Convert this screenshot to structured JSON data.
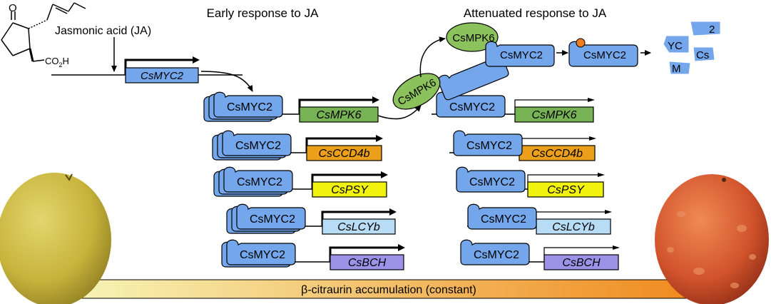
{
  "headings": {
    "early": "Early response to JA",
    "attenuated": "Attenuated response to JA"
  },
  "molecule": {
    "name": "Jasmonic acid (JA)",
    "ketone_o": "O",
    "carboxyl_left": "CO",
    "carboxyl_sub": "2",
    "carboxyl_right": "H"
  },
  "protein": "CsMYC2",
  "kinase": "CsMPK6",
  "promoter_gene": "CsMYC2",
  "genes": [
    {
      "name": "CsMPK6",
      "color": "#77b255"
    },
    {
      "name": "CsCCD4b",
      "color": "#ec9f1b"
    },
    {
      "name": "CsPSY",
      "color": "#f2f20f"
    },
    {
      "name": "CsLCYb",
      "color": "#b9dcf6"
    },
    {
      "name": "CsBCH",
      "color": "#9c92e8"
    }
  ],
  "degraded_fragments": [
    "YC",
    "2",
    "Cs",
    "M"
  ],
  "bar": {
    "label": "β-citraurin accumulation (constant)",
    "gradient_start": "#f7f6b8",
    "gradient_end": "#ef8618"
  },
  "colors": {
    "myc2": "#73a6ea",
    "mpk6": "#8cc25b",
    "phospho": "#f07c1e",
    "fruit_left": "#c8b43c",
    "fruit_right": "#d2542c"
  }
}
